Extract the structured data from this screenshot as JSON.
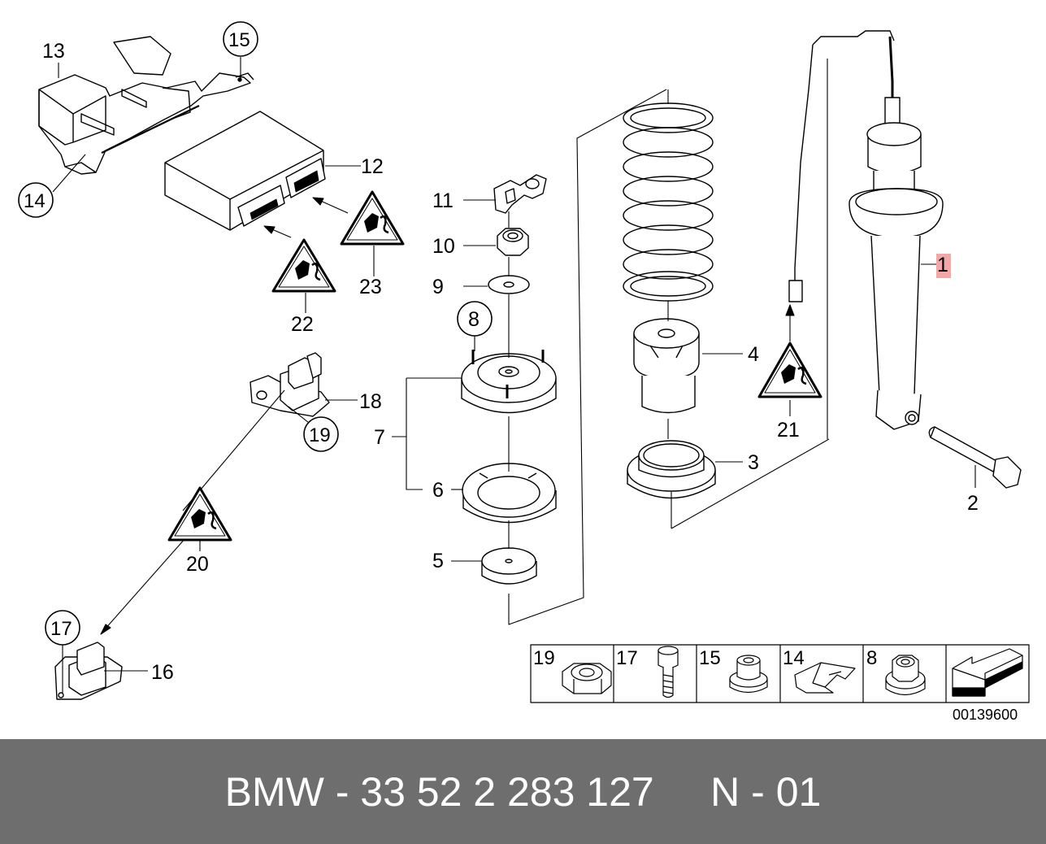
{
  "callouts": {
    "c1": "1",
    "c2": "2",
    "c3": "3",
    "c4": "4",
    "c5": "5",
    "c6": "6",
    "c7": "7",
    "c8": "8",
    "c9": "9",
    "c10": "10",
    "c11": "11",
    "c12": "12",
    "c13": "13",
    "c14": "14",
    "c15": "15",
    "c16": "16",
    "c17": "17",
    "c18": "18",
    "c19": "19",
    "c20": "20",
    "c21": "21",
    "c22": "22",
    "c23": "23"
  },
  "parts_table": {
    "cells": [
      {
        "number": "19",
        "icon": "hex-nut-icon"
      },
      {
        "number": "17",
        "icon": "bolt-icon"
      },
      {
        "number": "15",
        "icon": "flange-nut-icon"
      },
      {
        "number": "14",
        "icon": "clip-icon"
      },
      {
        "number": "8",
        "icon": "collar-nut-icon"
      }
    ],
    "arrow_icon": "direction-arrow-icon"
  },
  "diagram_code": "00139600",
  "footer": {
    "text": "BMW - 33 52 2 283 127     N - 01",
    "background": "#6e6e6e",
    "text_color": "#ffffff"
  },
  "highlight_color": "#f4a7a7"
}
